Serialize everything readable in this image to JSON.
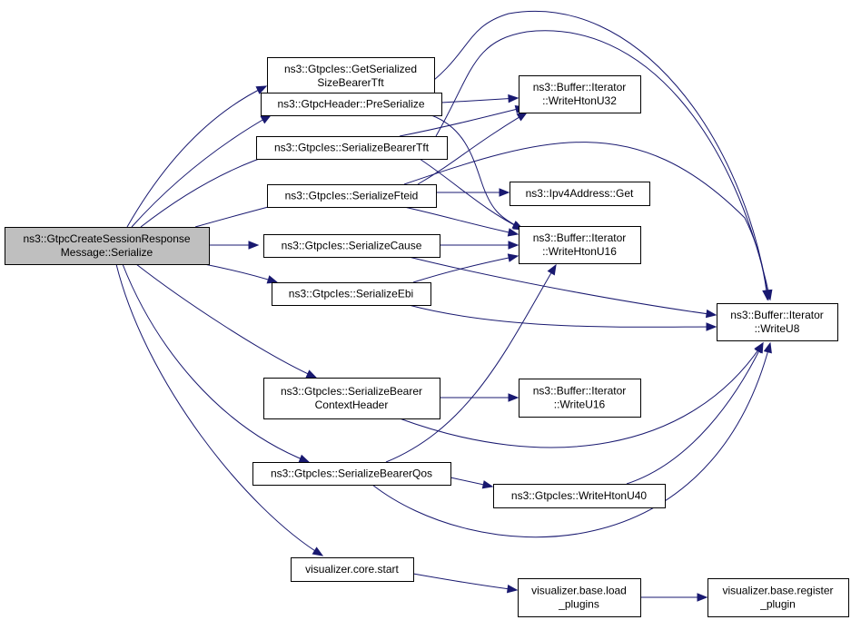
{
  "diagram": {
    "type": "call-graph",
    "edge_color": "#191970",
    "root_fill": "#bfbfbf",
    "nodes": {
      "root": {
        "lines": [
          "ns3::GtpcCreateSessionResponse",
          "Message::Serialize"
        ]
      },
      "getSerializedSize": {
        "lines": [
          "ns3::GtpcIes::GetSerialized",
          "SizeBearerTft"
        ]
      },
      "preSerialize": {
        "lines": [
          "ns3::GtpcHeader::PreSerialize"
        ]
      },
      "serializeBearerTft": {
        "lines": [
          "ns3::GtpcIes::SerializeBearerTft"
        ]
      },
      "serializeFteid": {
        "lines": [
          "ns3::GtpcIes::SerializeFteid"
        ]
      },
      "serializeCause": {
        "lines": [
          "ns3::GtpcIes::SerializeCause"
        ]
      },
      "serializeEbi": {
        "lines": [
          "ns3::GtpcIes::SerializeEbi"
        ]
      },
      "serializeBearerCtx": {
        "lines": [
          "ns3::GtpcIes::SerializeBearer",
          "ContextHeader"
        ]
      },
      "serializeBearerQos": {
        "lines": [
          "ns3::GtpcIes::SerializeBearerQos"
        ]
      },
      "vizCoreStart": {
        "lines": [
          "visualizer.core.start"
        ]
      },
      "writeHtonU32": {
        "lines": [
          "ns3::Buffer::Iterator",
          "::WriteHtonU32"
        ]
      },
      "ipv4Get": {
        "lines": [
          "ns3::Ipv4Address::Get"
        ]
      },
      "writeHtonU16": {
        "lines": [
          "ns3::Buffer::Iterator",
          "::WriteHtonU16"
        ]
      },
      "writeU16": {
        "lines": [
          "ns3::Buffer::Iterator",
          "::WriteU16"
        ]
      },
      "writeHtonU40": {
        "lines": [
          "ns3::GtpcIes::WriteHtonU40"
        ]
      },
      "vizLoadPlugins": {
        "lines": [
          "visualizer.base.load",
          "_plugins"
        ]
      },
      "writeU8": {
        "lines": [
          "ns3::Buffer::Iterator",
          "::WriteU8"
        ]
      },
      "vizRegisterPlugin": {
        "lines": [
          "visualizer.base.register",
          "_plugin"
        ]
      }
    },
    "edges": [
      [
        "root",
        "getSerializedSize"
      ],
      [
        "root",
        "preSerialize"
      ],
      [
        "root",
        "serializeBearerTft"
      ],
      [
        "root",
        "serializeFteid"
      ],
      [
        "root",
        "serializeCause"
      ],
      [
        "root",
        "serializeEbi"
      ],
      [
        "root",
        "serializeBearerCtx"
      ],
      [
        "root",
        "serializeBearerQos"
      ],
      [
        "root",
        "vizCoreStart"
      ],
      [
        "preSerialize",
        "writeHtonU32"
      ],
      [
        "preSerialize",
        "writeU8"
      ],
      [
        "preSerialize",
        "writeHtonU16"
      ],
      [
        "serializeBearerTft",
        "writeHtonU32"
      ],
      [
        "serializeBearerTft",
        "writeU8"
      ],
      [
        "serializeBearerTft",
        "writeHtonU16"
      ],
      [
        "serializeFteid",
        "writeHtonU32"
      ],
      [
        "serializeFteid",
        "ipv4Get"
      ],
      [
        "serializeFteid",
        "writeU8"
      ],
      [
        "serializeFteid",
        "writeHtonU16"
      ],
      [
        "serializeCause",
        "writeHtonU16"
      ],
      [
        "serializeCause",
        "writeU8"
      ],
      [
        "serializeEbi",
        "writeHtonU16"
      ],
      [
        "serializeEbi",
        "writeU8"
      ],
      [
        "serializeBearerCtx",
        "writeU16"
      ],
      [
        "serializeBearerCtx",
        "writeU8"
      ],
      [
        "serializeBearerQos",
        "writeHtonU16"
      ],
      [
        "serializeBearerQos",
        "writeHtonU40"
      ],
      [
        "serializeBearerQos",
        "writeU8"
      ],
      [
        "writeHtonU40",
        "writeU8"
      ],
      [
        "vizCoreStart",
        "vizLoadPlugins"
      ],
      [
        "vizLoadPlugins",
        "vizRegisterPlugin"
      ]
    ]
  }
}
